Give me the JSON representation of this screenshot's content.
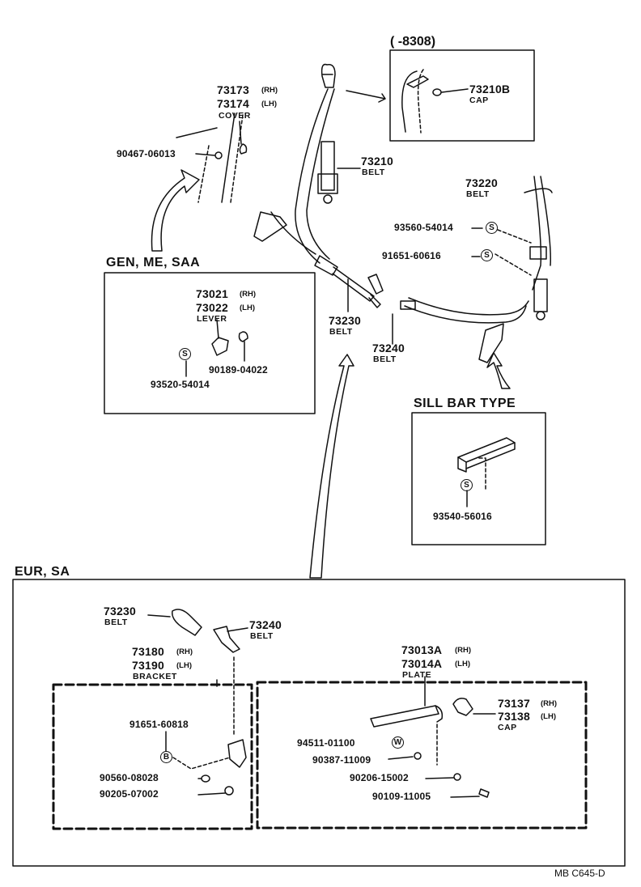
{
  "diagram": {
    "note_top": "(      -8308)",
    "code": "MB  C645-D",
    "sections": {
      "gen": "GEN, ME, SAA",
      "sill": "SILL BAR TYPE",
      "eur": "EUR, SA"
    },
    "parts": {
      "p73173": "73173",
      "p73173_side": "(RH)",
      "p73174": "73174",
      "p73174_side": "(LH)",
      "cover": "COVER",
      "p90467": "90467-06013",
      "p73210b": "73210B",
      "cap1": "CAP",
      "p73210": "73210",
      "belt1": "BELT",
      "p73220": "73220",
      "belt2": "BELT",
      "p93560": "93560-54014",
      "p91651a": "91651-60616",
      "p73021": "73021",
      "p73021_side": "(RH)",
      "p73022": "73022",
      "p73022_side": "(LH)",
      "lever": "LEVER",
      "p90189": "90189-04022",
      "p93520": "93520-54014",
      "p73230": "73230",
      "belt3": "BELT",
      "p73240": "73240",
      "belt4": "BELT",
      "p93540": "93540-56016",
      "e73230": "73230",
      "ebelt1": "BELT",
      "e73240": "73240",
      "ebelt2": "BELT",
      "p73180": "73180",
      "p73180_side": "(RH)",
      "p73190": "73190",
      "p73190_side": "(LH)",
      "bracket": "BRACKET",
      "p91651b": "91651-60818",
      "p90560": "90560-08028",
      "p90205": "90205-07002",
      "p73013a": "73013A",
      "p73013a_side": "(RH)",
      "p73014a": "73014A",
      "p73014a_side": "(LH)",
      "plate": "PLATE",
      "p73137": "73137",
      "p73137_side": "(RH)",
      "p73138": "73138",
      "p73138_side": "(LH)",
      "cap2": "CAP",
      "p94511": "94511-01100",
      "p90387": "90387-11009",
      "p90206": "90206-15002",
      "p90109": "90109-11005"
    },
    "symbols": {
      "s": "S",
      "b": "B",
      "w": "W"
    }
  }
}
